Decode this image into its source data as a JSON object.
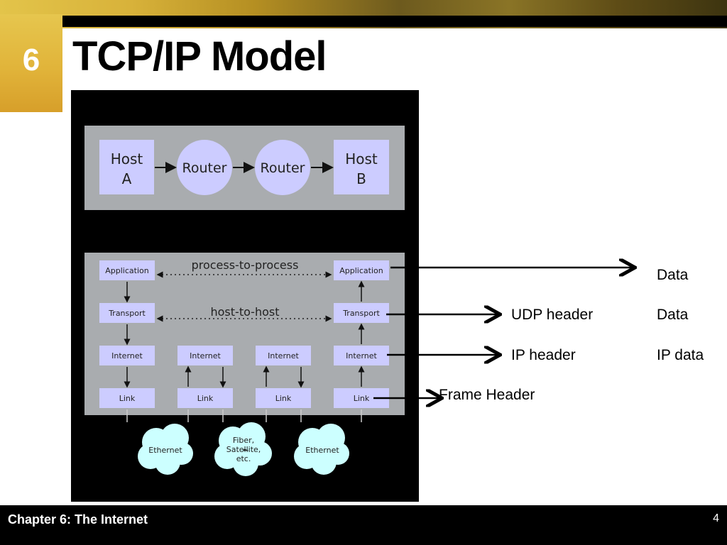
{
  "slide": {
    "chapter_number": "6",
    "title": "TCP/IP Model",
    "footer": "Chapter 6: The Internet",
    "page_number": "4"
  },
  "diagram": {
    "topology": {
      "host_a": [
        "Host",
        "A"
      ],
      "router_1": "Router",
      "router_2": "Router",
      "host_b": [
        "Host",
        "B"
      ]
    },
    "layers": {
      "application_left": "Application",
      "application_right": "Application",
      "transport_left": "Transport",
      "transport_right": "Transport",
      "internet_1": "Internet",
      "internet_2": "Internet",
      "internet_3": "Internet",
      "internet_4": "Internet",
      "link_1": "Link",
      "link_2": "Link",
      "link_3": "Link",
      "link_4": "Link"
    },
    "relations": {
      "process": "process-to-process",
      "host": "host-to-host"
    },
    "networks": {
      "ethernet_left": "Ethernet",
      "middle": [
        "Fiber,",
        "Satellite,",
        "etc."
      ],
      "ethernet_right": "Ethernet"
    }
  },
  "annotations": {
    "application_data": "Data",
    "udp_header": "UDP header",
    "transport_data": "Data",
    "ip_header": "IP header",
    "ip_data": "IP data",
    "frame_header": "Frame Header"
  },
  "colors": {
    "box_fill": "#ccccff",
    "panel_fill": "#a9acaf",
    "cloud_fill": "#ccffff",
    "diagram_bg": "#000000"
  }
}
